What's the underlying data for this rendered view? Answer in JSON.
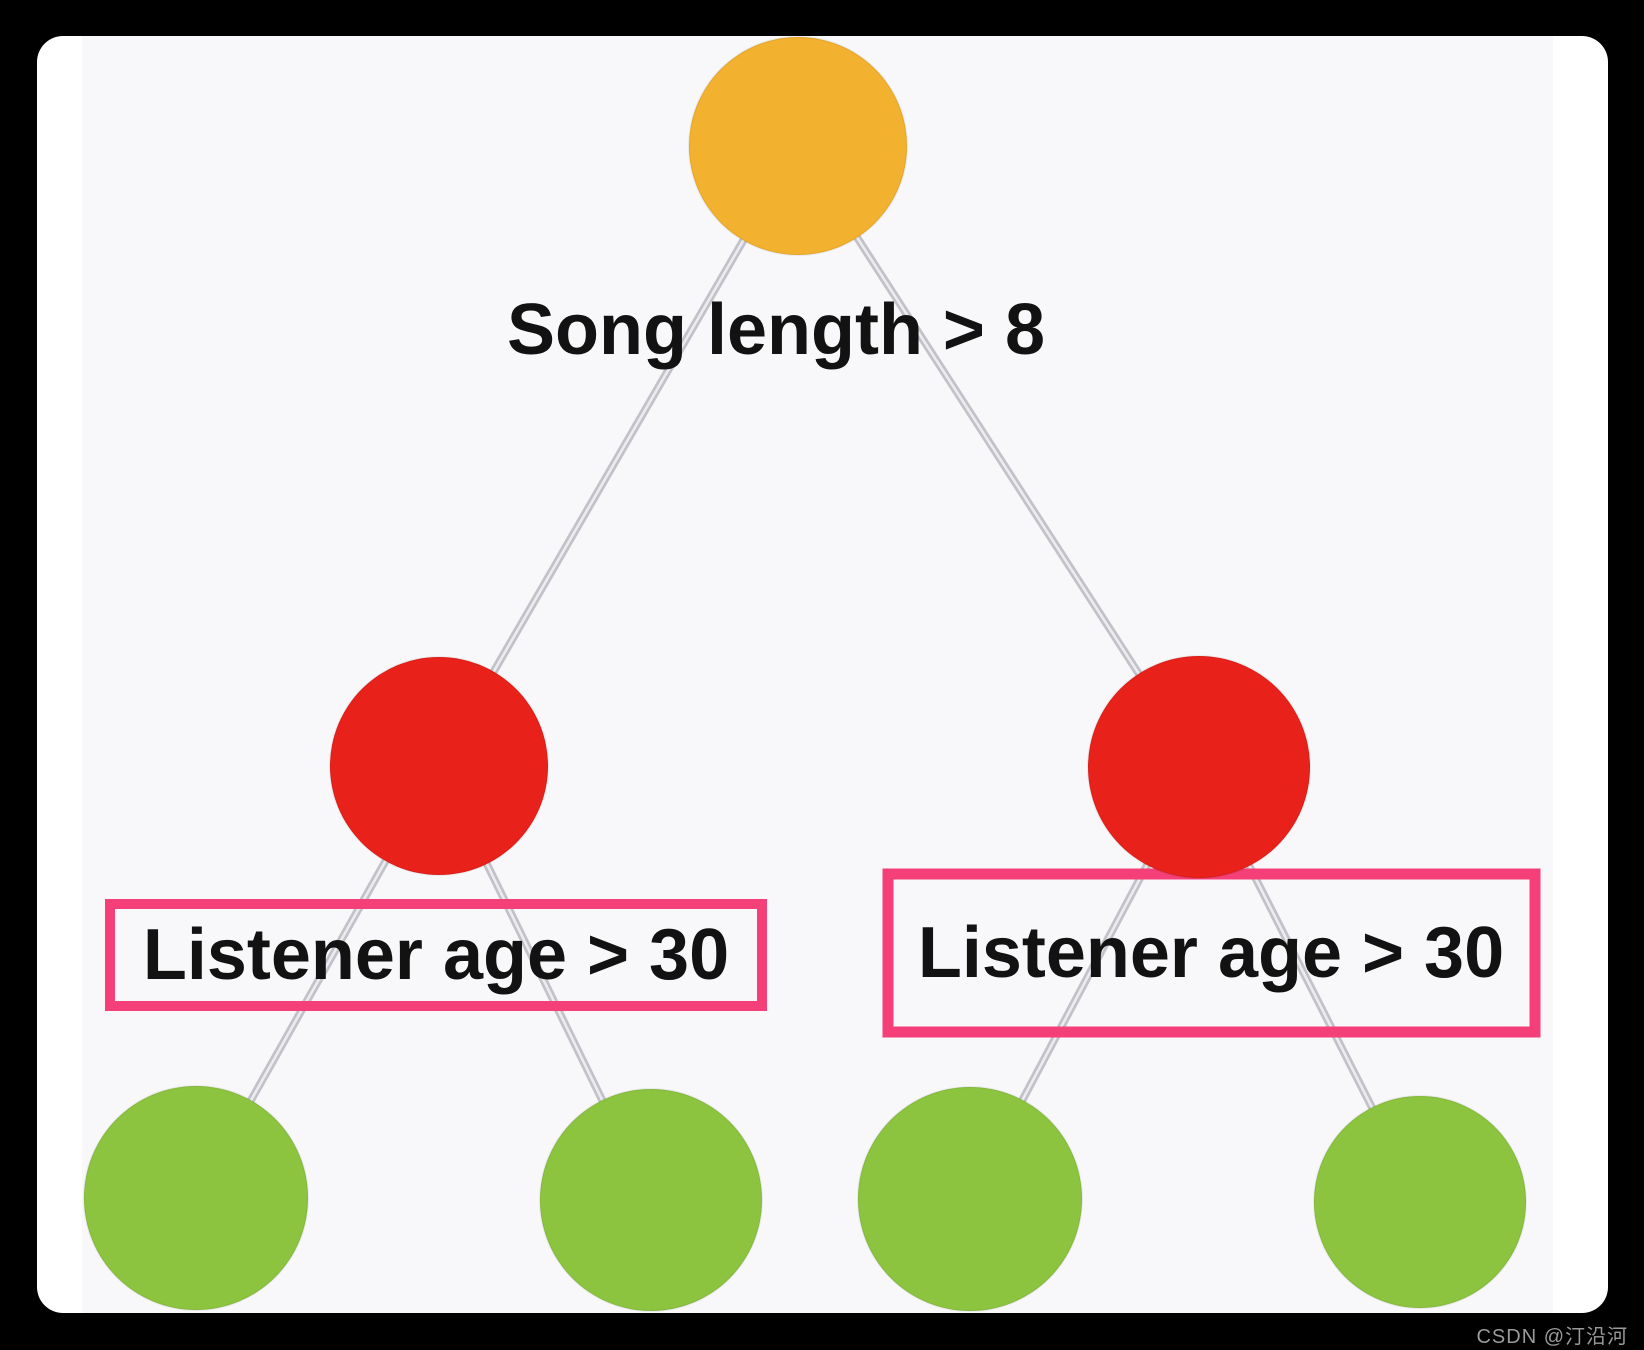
{
  "tree": {
    "type": "decision-tree",
    "root": {
      "label": "Song length > 8"
    },
    "left_split": {
      "label": "Listener age > 30"
    },
    "right_split": {
      "label": "Listener age > 30"
    },
    "leaf_count": 4,
    "colors": {
      "root_node": "#F2B12E",
      "split_node": "#E8211B",
      "leaf_node": "#8CC440",
      "highlight_box": "#F43F78",
      "edge": "#C2C2C9",
      "canvas_bg": "#F8F7FA",
      "card_bg": "#FFFFFF",
      "page_bg": "#000000",
      "label_text": "#121212",
      "watermark_text": "#9A9A9A"
    }
  },
  "watermark": {
    "text": "CSDN @汀沿河"
  }
}
